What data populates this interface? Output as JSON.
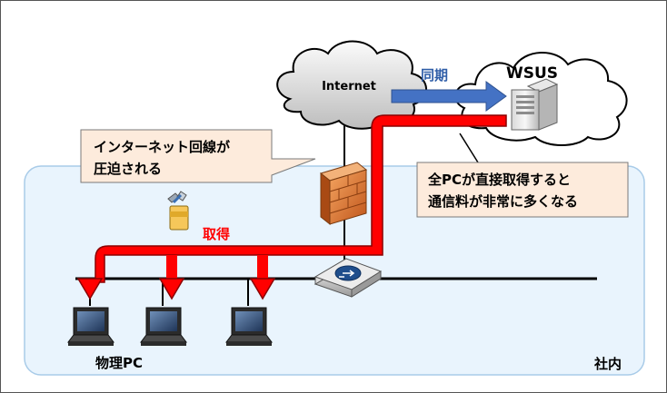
{
  "labels": {
    "internet": "Internet",
    "wsus": "WSUS",
    "sync": "同期",
    "acquire": "取得",
    "physical_pc": "物理PC",
    "company": "社内"
  },
  "callouts": {
    "line_pressure": [
      "インターネット回線が",
      "圧迫される"
    ],
    "traffic_increase": [
      "全PCが直接取得すると",
      "通信料が非常に多くなる"
    ]
  },
  "colors": {
    "lan_zone_fill": "#e9f4fd",
    "lan_zone_border": "#a8cbe8",
    "traffic_red": "#ff0000",
    "sync_blue": "#4472c4",
    "sync_label": "#2f5ea8",
    "callout_fill": "#fdebdc",
    "callout_border": "#7a7a7a"
  }
}
